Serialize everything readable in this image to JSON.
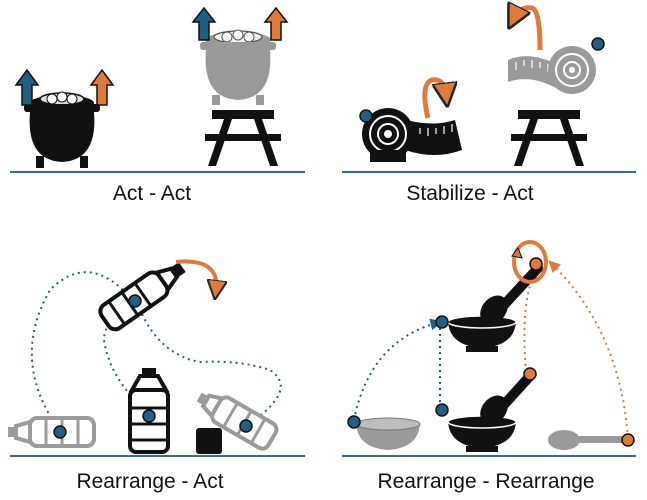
{
  "panels": [
    {
      "caption": "Act - Act"
    },
    {
      "caption": "Stabilize - Act"
    },
    {
      "caption": "Rearrange - Act"
    },
    {
      "caption": "Rearrange - Rearrange"
    }
  ],
  "colors": {
    "ground": "#2f6f9a",
    "arrow_blue": "#1f5f85",
    "arrow_orange": "#e07a3a",
    "marker_blue": "#1f5f85",
    "marker_orange": "#e07a3a",
    "object_dark": "#0d0d0d",
    "object_gray": "#9a9a9a"
  },
  "icons": {
    "pot": "cooking-pot-icon",
    "table": "picnic-table-icon",
    "tape": "measuring-tape-icon",
    "bottle": "water-bottle-icon",
    "block": "cube-icon",
    "bowl": "mortar-bowl-icon",
    "pestle": "pestle-icon",
    "spoon": "spoon-icon"
  }
}
